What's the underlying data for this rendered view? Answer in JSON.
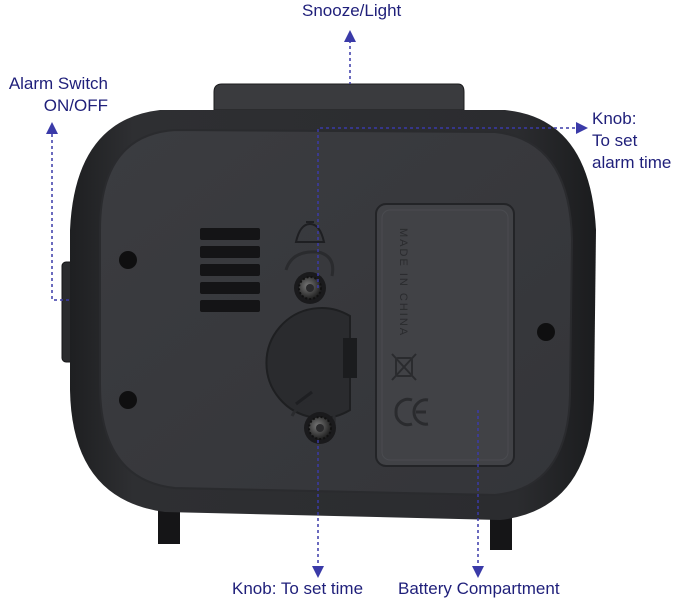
{
  "annotations": {
    "snooze": {
      "text": "Snooze/Light"
    },
    "alarm_switch": {
      "line1": "Alarm Switch",
      "line2": "ON/OFF"
    },
    "alarm_knob": {
      "line1": "Knob:",
      "line2": "To set",
      "line3": "alarm time"
    },
    "time_knob": {
      "text": "Knob: To set time"
    },
    "battery": {
      "text": "Battery Compartment"
    }
  },
  "product_markings": {
    "made_in": "MADE IN CHINA"
  },
  "colors": {
    "label_text": "#1f1f7a",
    "pointer_line": "#3a3aa8",
    "body": "#2b2c2e",
    "body_shadow": "#1c1d1f",
    "back_panel": "#3a3b3e",
    "battery_cover": "#414246"
  },
  "icons": [
    "arrow-up-icon",
    "arrow-right-icon",
    "arrow-down-icon",
    "bell-icon",
    "crossed-bin-icon",
    "ce-mark-icon"
  ]
}
